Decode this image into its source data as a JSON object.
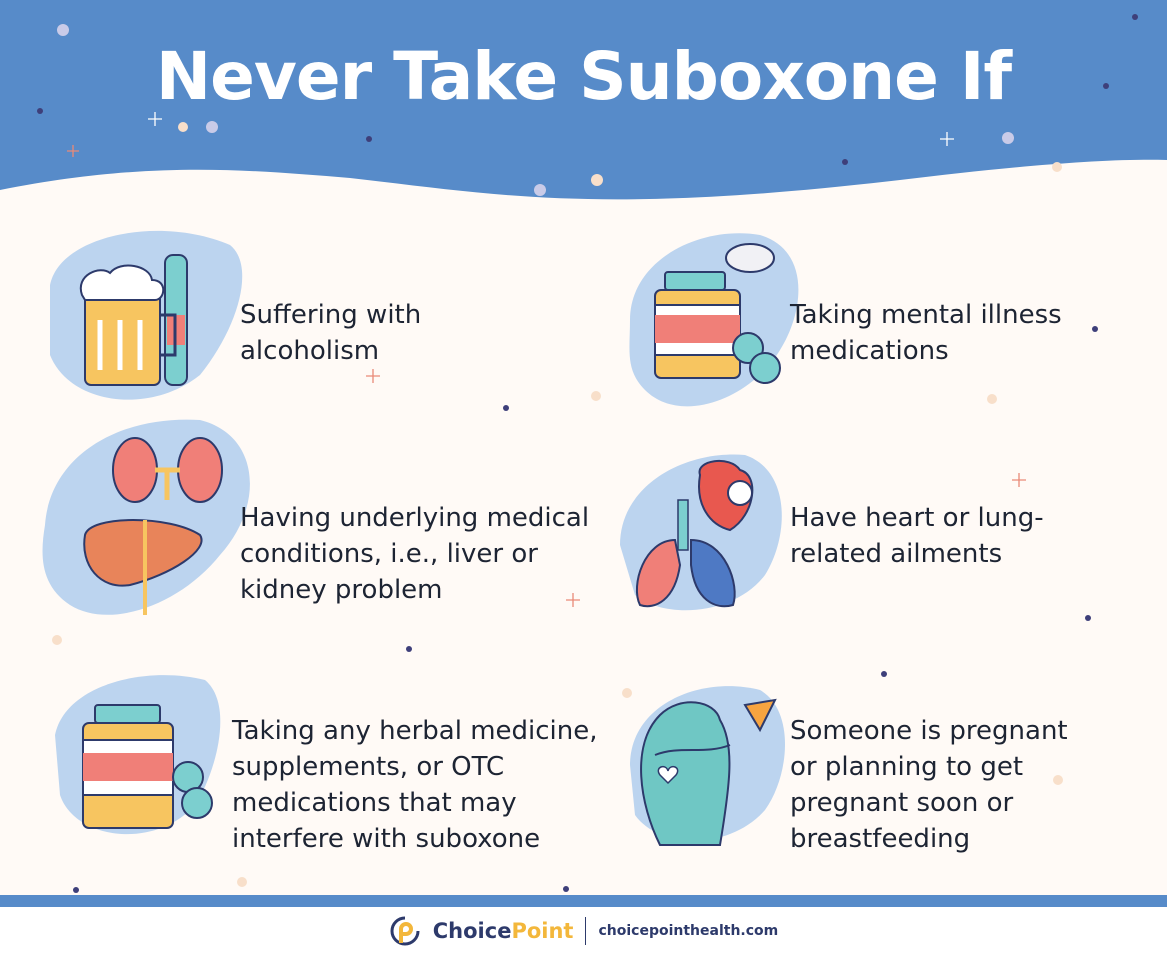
{
  "title": "Never Take Suboxone If",
  "colors": {
    "header": "#578bc9",
    "background": "#fffaf6",
    "text": "#1d2433",
    "blob": "#bcd4ef",
    "brand_dark": "#2d3a6b",
    "brand_accent": "#f3b73b"
  },
  "items": [
    {
      "icon": "beer-bottle-icon",
      "text": "Suffering with\nalcoholism"
    },
    {
      "icon": "kidney-liver-icon",
      "text": "Having underlying medical\nconditions, i.e., liver or\nkidney problem"
    },
    {
      "icon": "pill-bottle-icon",
      "text": "Taking any herbal medicine,\nsupplements, or OTC\nmedications that may\ninterfere with suboxone"
    },
    {
      "icon": "brain-pill-bottle-icon",
      "text": "Taking mental illness\nmedications"
    },
    {
      "icon": "heart-lung-icon",
      "text": "Have heart or lung-\nrelated ailments"
    },
    {
      "icon": "pregnant-woman-icon",
      "text": "Someone is pregnant\nor planning to get\npregnant soon or\nbreastfeeding"
    }
  ],
  "footer": {
    "brand_first": "Choice",
    "brand_second": "Point",
    "url": "choicepointhealth.com"
  }
}
